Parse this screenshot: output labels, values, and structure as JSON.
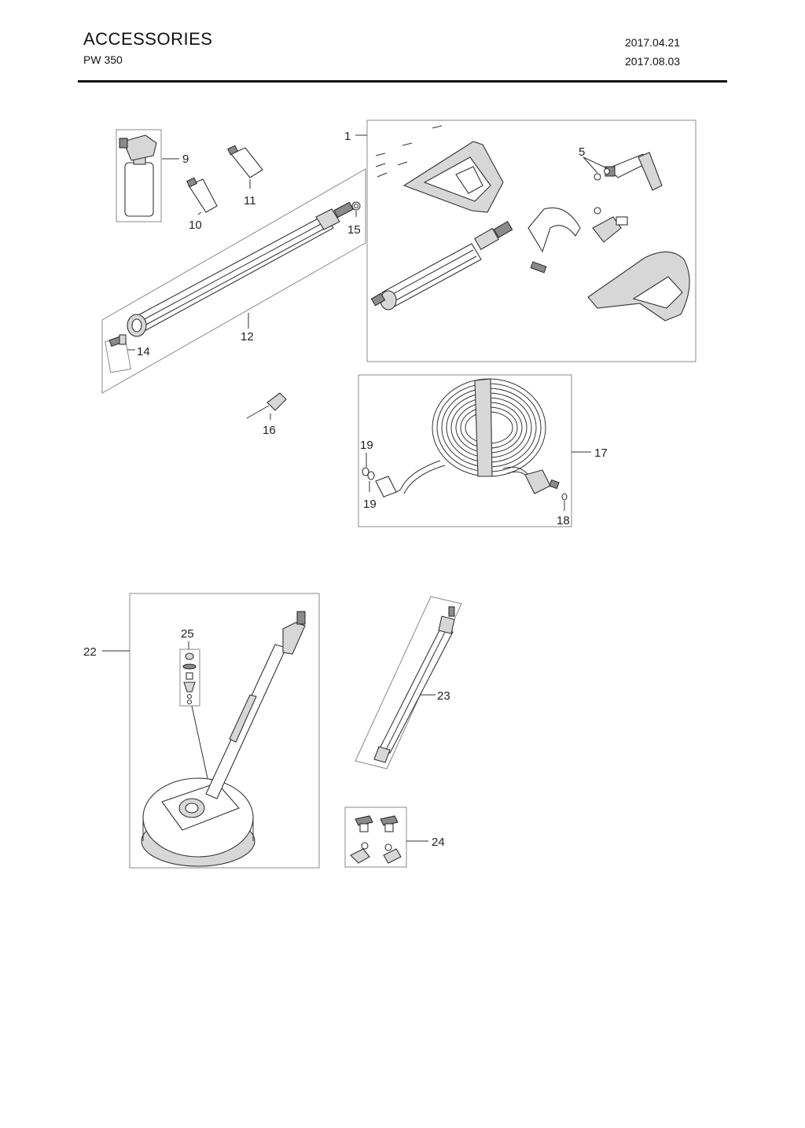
{
  "header": {
    "title": "ACCESSORIES",
    "model": "PW 350",
    "date_1": "2017.04.21",
    "date_2": "2017.08.03"
  },
  "callouts": {
    "c1": "1",
    "c5": "5",
    "c9": "9",
    "c10": "10",
    "c11": "11",
    "c12": "12",
    "c14": "14",
    "c15": "15",
    "c16": "16",
    "c17": "17",
    "c18": "18",
    "c19a": "19",
    "c19b": "19",
    "c22": "22",
    "c23": "23",
    "c24": "24",
    "c25": "25"
  }
}
